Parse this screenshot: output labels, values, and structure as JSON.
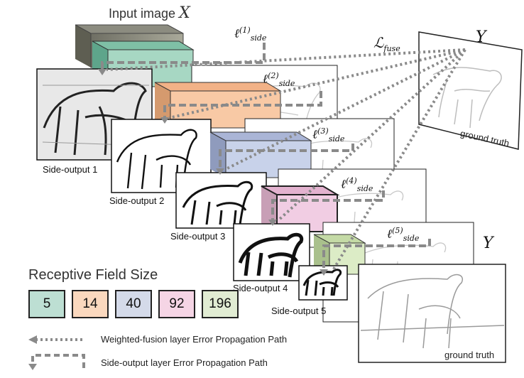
{
  "title": "Input image",
  "input_symbol": "X",
  "fuse_loss": "ℒ",
  "fuse_loss_sub": "fuse",
  "gt_symbol_top": "Y",
  "gt_symbol_bottom": "Y",
  "side_loss": {
    "symbol": "ℓ",
    "sub": "side",
    "orders": [
      "(1)",
      "(2)",
      "(3)",
      "(4)",
      "(5)"
    ]
  },
  "side_outputs": [
    "Side-output 1",
    "Side-output 2",
    "Side-output 3",
    "Side-output 4",
    "Side-output 5"
  ],
  "ground_truth_top": "ground truth",
  "ground_truth_bottom": "ground truth",
  "receptive_field": {
    "title": "Receptive Field Size",
    "sizes": [
      "5",
      "14",
      "40",
      "92",
      "196"
    ],
    "colors": [
      "#3aa07a",
      "#f08a3c",
      "#7f8fbd",
      "#e080b0",
      "#a6c77a"
    ]
  },
  "legend": {
    "fusion": "Weighted-fusion layer Error Propagation Path",
    "side": "Side-output layer Error Propagation Path"
  }
}
